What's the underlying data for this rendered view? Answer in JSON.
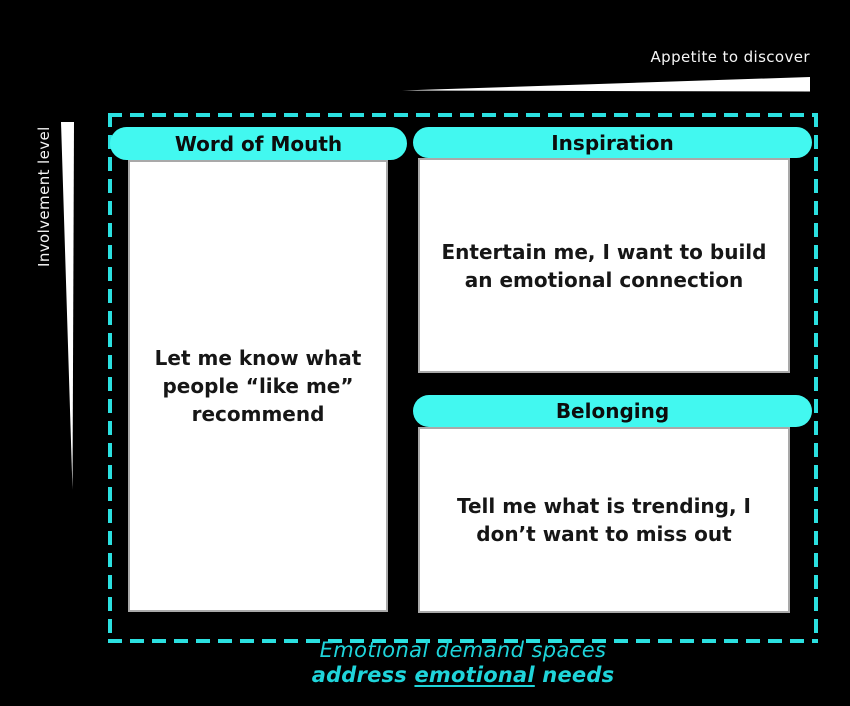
{
  "colors": {
    "background": "#000000",
    "pill": "#42F8F0",
    "boundary": "#2BE0E0",
    "caption": "#1FD4DA",
    "card_bg": "#FFFFFF",
    "card_border": "#A9A9A9",
    "card_text": "#161616",
    "pill_text": "#0D0D0D",
    "axis_text": "#F5F5F5",
    "arrow": "#FFFFFF"
  },
  "axes": {
    "x": {
      "label": "Appetite to discover",
      "arrow_icon": "wedge-arrow-right"
    },
    "y": {
      "label": "Involvement level",
      "arrow_icon": "wedge-arrow-down"
    }
  },
  "cards": [
    {
      "id": "word-of-mouth",
      "title": "Word of Mouth",
      "body": "Let me know what people “like me” recommend"
    },
    {
      "id": "inspiration",
      "title": "Inspiration",
      "body": "Entertain me, I want to build an emotional connection"
    },
    {
      "id": "belonging",
      "title": "Belonging",
      "body": "Tell me what is trending, I don’t want to miss out"
    }
  ],
  "caption": {
    "line1": "Emotional demand spaces",
    "line2": {
      "prefix": "address ",
      "underlined": "emotional",
      "suffix": " needs"
    }
  }
}
